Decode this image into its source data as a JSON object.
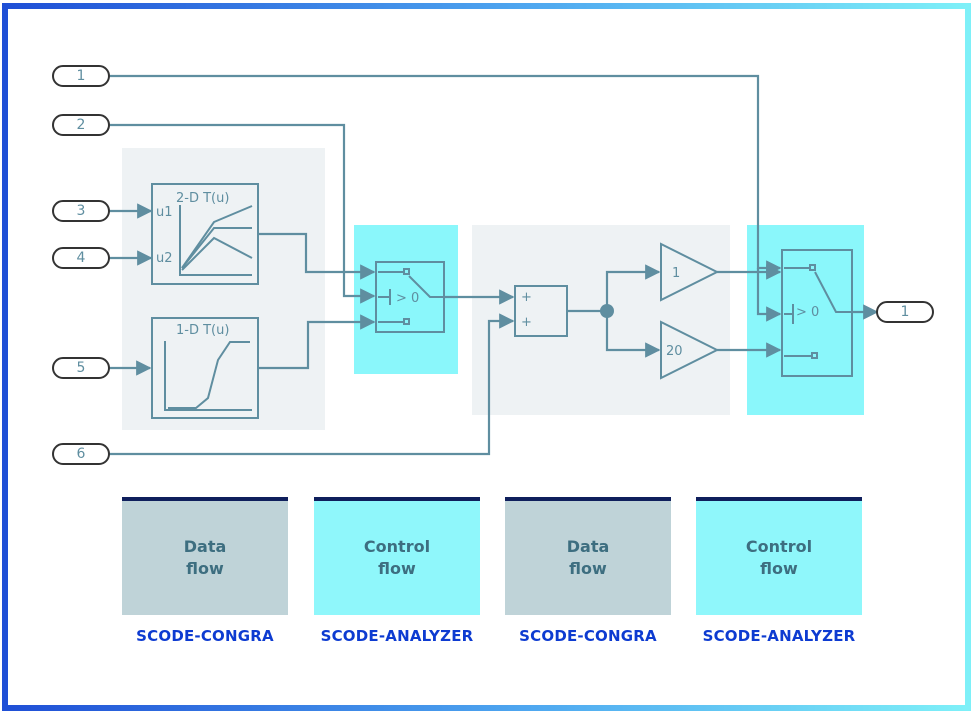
{
  "inports": [
    {
      "id": "in1",
      "label": "1"
    },
    {
      "id": "in2",
      "label": "2"
    },
    {
      "id": "in3",
      "label": "3"
    },
    {
      "id": "in4",
      "label": "4"
    },
    {
      "id": "in5",
      "label": "5"
    },
    {
      "id": "in6",
      "label": "6"
    }
  ],
  "outport": {
    "label": "1"
  },
  "blocks": {
    "lookup2d": {
      "title": "2-D T(u)",
      "input1": "u1",
      "input2": "u2"
    },
    "lookup1d": {
      "title": "1-D T(u)"
    },
    "switch1": {
      "threshold": "> 0"
    },
    "switch2": {
      "threshold": "> 0"
    },
    "sum": {
      "sign1": "+",
      "sign2": "+"
    },
    "gain1": {
      "value": "1"
    },
    "gain2": {
      "value": "20"
    }
  },
  "legend": [
    {
      "text": "Data\nflow",
      "caption": "SCODE-CONGRA",
      "kind": "data"
    },
    {
      "text": "Control\nflow",
      "caption": "SCODE-ANALYZER",
      "kind": "control"
    },
    {
      "text": "Data\nflow",
      "caption": "SCODE-CONGRA",
      "kind": "data"
    },
    {
      "text": "Control\nflow",
      "caption": "SCODE-ANALYZER",
      "kind": "control"
    }
  ],
  "colors": {
    "data_region": "#eef2f4",
    "control_region": "#8af7fb",
    "data_legend": "#bfd3d8",
    "control_legend": "#8ff7fb",
    "line": "#5f8ea0",
    "caption": "#0d3bd1"
  }
}
